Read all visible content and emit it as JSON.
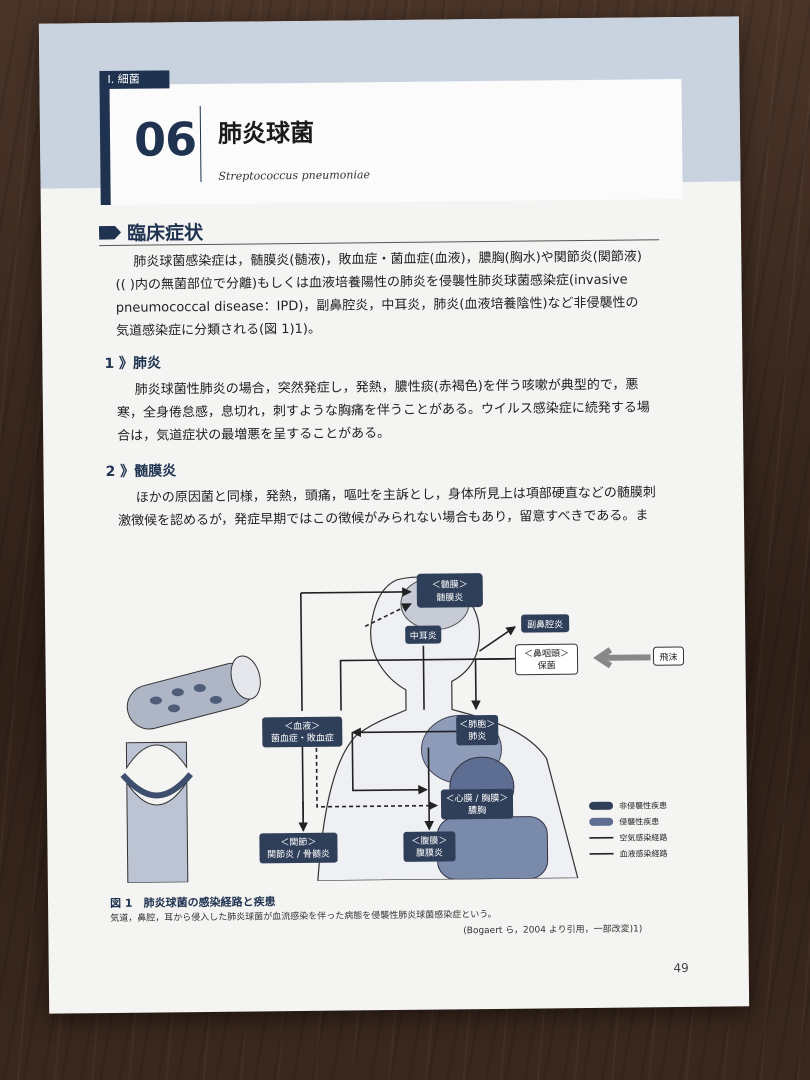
{
  "section_tag": "I. 細菌",
  "chapter": {
    "number": "06",
    "title": "肺炎球菌",
    "subtitle": "Streptococcus pneumoniae"
  },
  "heading": "臨床症状",
  "intro_lines": [
    "肺炎球菌感染症は，髄膜炎(髄液)，敗血症・菌血症(血液)，膿胸(胸水)や関節炎(関節液)",
    "(( )内の無菌部位で分離)もしくは血液培養陽性の肺炎を侵襲性肺炎球菌感染症(invasive",
    "pneumococcal disease：IPD)，副鼻腔炎，中耳炎，肺炎(血液培養陰性)など非侵襲性の",
    "気道感染症に分類される(図 1)1)。"
  ],
  "sub1": {
    "heading": "1 》肺炎",
    "lines": [
      "肺炎球菌性肺炎の場合，突然発症し，発熱，膿性痰(赤褐色)を伴う咳嗽が典型的で，悪",
      "寒，全身倦怠感，息切れ，刺すような胸痛を伴うことがある。ウイルス感染症に続発する場",
      "合は，気道症状の最増悪を呈することがある。"
    ]
  },
  "sub2": {
    "heading": "2 》髄膜炎",
    "lines": [
      "ほかの原因菌と同様，発熱，頭痛，嘔吐を主訴とし，身体所見上は項部硬直などの髄膜刺",
      "激徴候を認めるが，発症早期ではこの徴候がみられない場合もあり，留意すべきである。ま"
    ]
  },
  "figure": {
    "boxes": {
      "meninges": [
        "＜髄膜＞",
        "髄膜炎"
      ],
      "otitis": [
        "中耳炎"
      ],
      "sinusitis": [
        "副鼻腔炎"
      ],
      "nasopharynx": [
        "＜鼻咽頭＞",
        "保菌"
      ],
      "droplet": [
        "飛沫"
      ],
      "blood": [
        "＜血液＞",
        "菌血症・敗血症"
      ],
      "lung": [
        "＜肺胞＞",
        "肺炎"
      ],
      "pleura": [
        "＜心膜 / 胸膜＞",
        "膿胸"
      ],
      "joint": [
        "＜関節＞",
        "関節炎 / 骨髄炎"
      ],
      "peritoneum": [
        "＜腹膜＞",
        "腹膜炎"
      ]
    },
    "legend": [
      "非侵襲性疾患",
      "侵襲性疾患",
      "空気感染経路",
      "血液感染経路"
    ],
    "caption": "図 1　肺炎球菌の感染経路と疾患",
    "note": "気道，鼻腔，耳から侵入した肺炎球菌が血流感染を伴った病態を侵襲性肺炎球菌感染症という。",
    "source": "(Bogaert ら，2004 より引用，一部改変)1)"
  },
  "page_number": "49",
  "colors": {
    "navy": "#1f3350",
    "band": "#c9d3e0",
    "box_dark": "#2f3f5a",
    "organ": "#5d6e92"
  }
}
